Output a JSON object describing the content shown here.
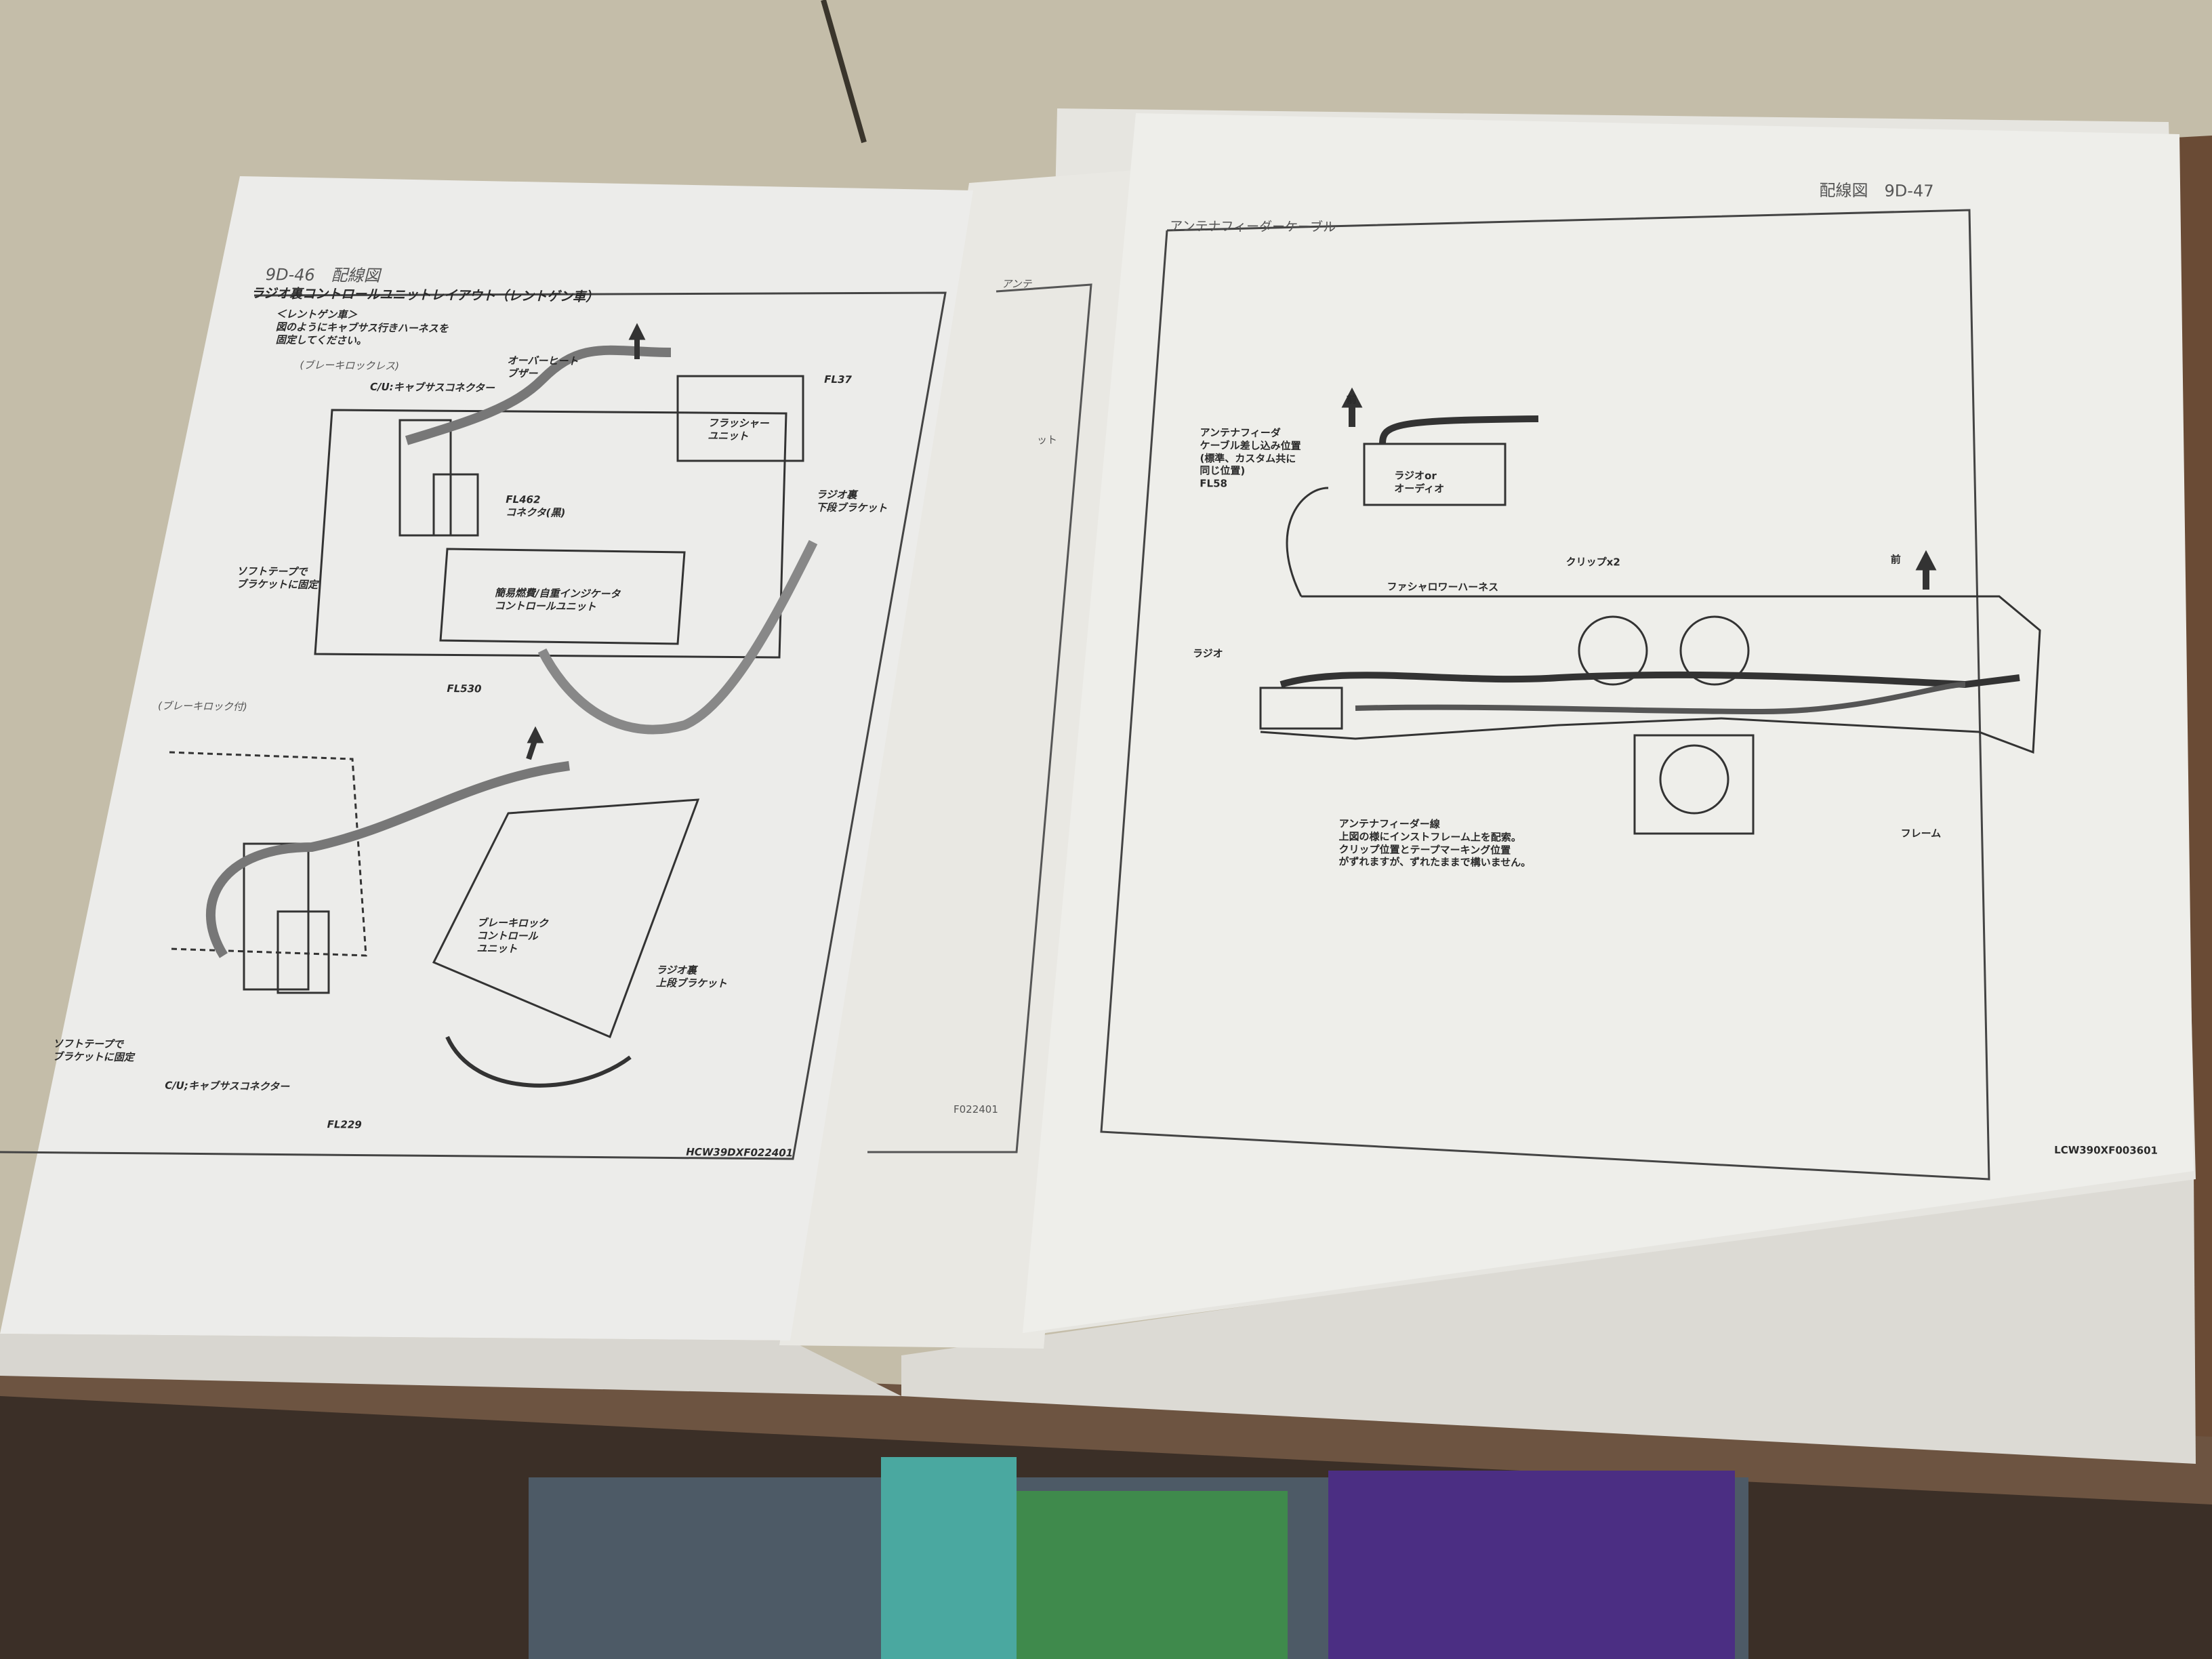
{
  "left_page": {
    "page_header": "9D-46　配線図",
    "section_title": "ラジオ裏コントロールユニットレイアウト（レントゲン車）",
    "note": "＜レントゲン車＞\n図のようにキャブサス行きハーネスを\n固定してください。",
    "diagram_top": {
      "caption": "(ブレーキロックレス)",
      "labels": {
        "overheat_buzzer": "オーバーヒート\nブザー",
        "cu_connector": "C/U:キャブサスコネクター",
        "fl37": "FL37",
        "flasher_unit": "フラッシャー\nユニット",
        "lower_bracket": "ラジオ裏\n下段ブラケット",
        "fl462": "FL462\nコネクタ(黒)",
        "soft_tape": "ソフトテープで\nブラケットに固定",
        "indicator_unit": "簡易燃費/自重インジケータ\nコントロールユニット",
        "fl530": "FL530"
      }
    },
    "diagram_bottom": {
      "caption": "(ブレーキロック付)",
      "labels": {
        "brake_lock_unit": "ブレーキロック\nコントロール\nユニット",
        "upper_bracket": "ラジオ裏\n上段ブラケット",
        "soft_tape": "ソフトテープで\nブラケットに固定",
        "cu_connector": "C/U;キャブサスコネクター",
        "fl229": "FL229"
      }
    },
    "figure_code": "HCW39DXF022401"
  },
  "middle_page": {
    "fragment_title": "アンテ",
    "fragment_text": "ット",
    "figure_code": "F022401"
  },
  "right_page": {
    "page_header": "配線図　9D-47",
    "section_title": "アンテナフィーダーケーブル",
    "labels": {
      "front_1": "前",
      "antenna_insert": "アンテナフィーダ\nケーブル差し込み位置\n(標準、カスタム共に\n同じ位置)\nFL58",
      "radio_or_audio": "ラジオor\nオーディオ",
      "clip_x2": "クリップx2",
      "harness": "ファシャロワーハーネス",
      "front_2": "前",
      "radio": "ラジオ",
      "antenna_note": "アンテナフィーダー線\n上図の様にインストフレーム上を配索。\nクリップ位置とテープマーキング位置\nがずれますが、ずれたままで構いません。",
      "frame": "フレーム"
    },
    "figure_code": "LCW390XF003601"
  },
  "colors": {
    "paper": "#eeeeea",
    "wall": "#c4bda9",
    "desk": "#5a4636",
    "ink": "#2a2a2a"
  }
}
